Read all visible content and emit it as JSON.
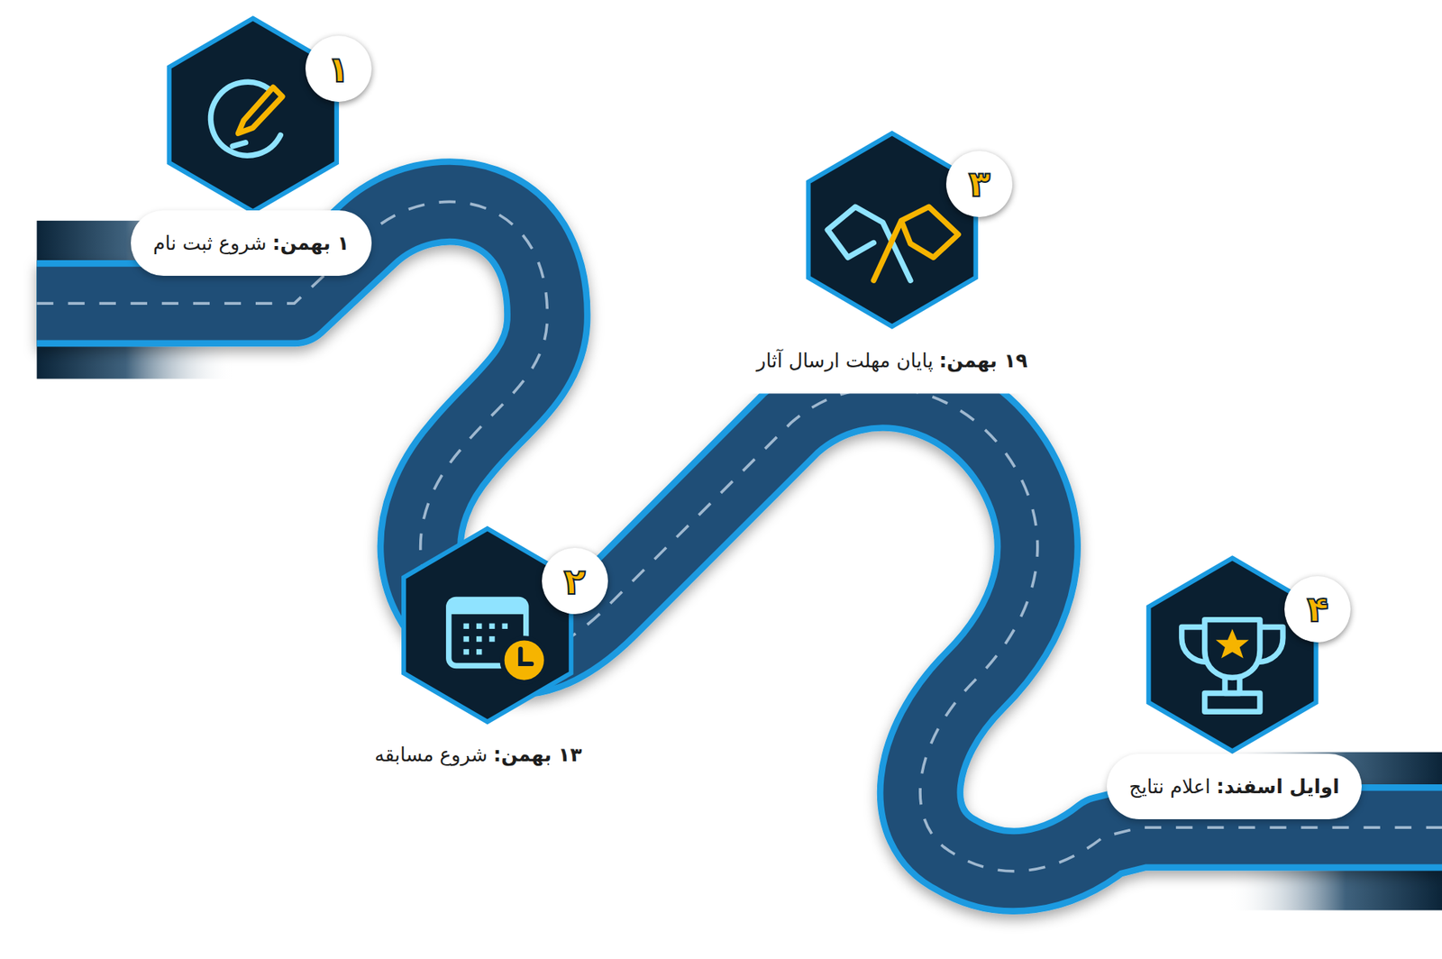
{
  "diagram": {
    "nodes": [
      {
        "text": [
          "۱"
        ]
      },
      {
        "text": [
          "۱ بهمن:",
          "شروع ثبت نام"
        ]
      },
      {
        "text": [
          "۲"
        ]
      },
      {
        "text": [
          "۳"
        ]
      },
      {
        "text": [
          "۴"
        ]
      },
      {
        "text": [
          "اوایل اسفند:",
          "اعلام نتایج"
        ]
      }
    ],
    "labels": [
      "۱۳ بهمن:",
      "شروع مسابقه",
      "۱۹ بهمن:",
      "پایان مهلت ارسال آثار"
    ]
  }
}
